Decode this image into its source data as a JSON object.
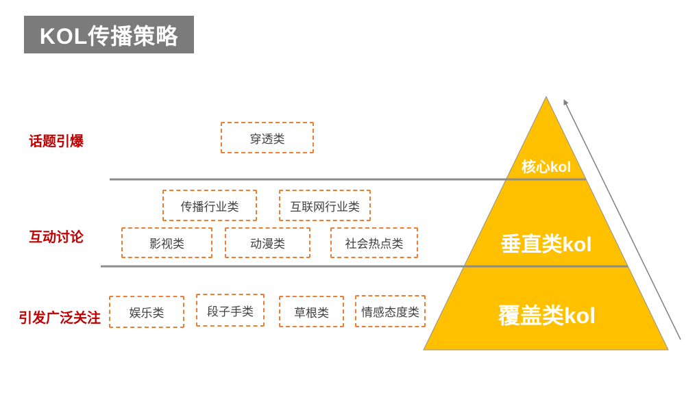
{
  "slide": {
    "title": "KOL传播策略"
  },
  "stages": [
    {
      "name": "话题引爆",
      "pyramid_label": "核心kol",
      "rows": [
        [
          "穿透类"
        ]
      ]
    },
    {
      "name": "互动讨论",
      "pyramid_label": "垂直类kol",
      "rows": [
        [
          "传播行业类",
          "互联网行业类"
        ],
        [
          "影视类",
          "动漫类",
          "社会热点类"
        ]
      ]
    },
    {
      "name": "引发广泛关注",
      "pyramid_label": "覆盖类kol",
      "rows": [
        [
          "娱乐类",
          "段子手类",
          "草根类",
          "情感态度类"
        ]
      ]
    }
  ],
  "colors": {
    "title_bg": "#7b7b7b",
    "stage_text_red": "#C00000",
    "box_border_orange": "#ED7D31",
    "box_text": "#404040",
    "pyramid_gold": "#FFC000",
    "pyramid_text": "#ffffff",
    "divider_gray": "#8C8C8C",
    "arrow_gray": "#808080"
  }
}
